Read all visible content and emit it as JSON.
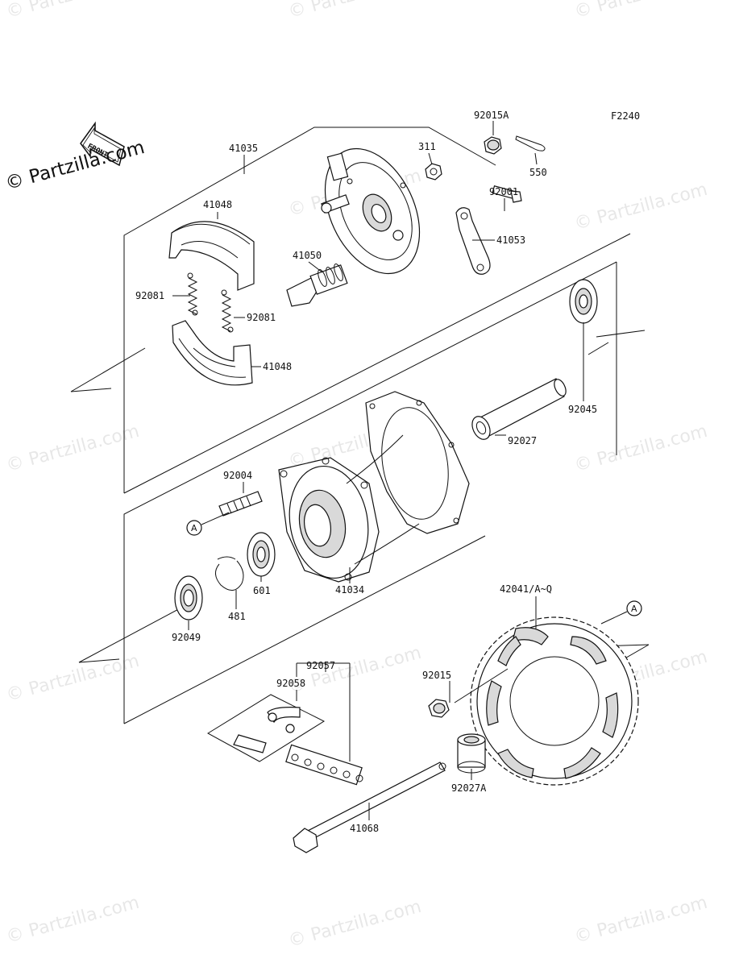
{
  "figure_code": "F2240",
  "front_label": "FRONT",
  "watermark": "© Partzilla.com",
  "callout_a": "A",
  "parts": {
    "p41035": "41035",
    "p41048_top": "41048",
    "p41048_bottom": "41048",
    "p92081_left": "92081",
    "p92081_right": "92081",
    "p41050": "41050",
    "p92015A": "92015A",
    "p311": "311",
    "p550": "550",
    "p92001": "92001",
    "p41053": "41053",
    "p92045": "92045",
    "p92027": "92027",
    "p92004": "92004",
    "p41034": "41034",
    "p601": "601",
    "p481": "481",
    "p92049": "92049",
    "p42041": "42041/A~Q",
    "p92057": "92057",
    "p92058": "92058",
    "p92015": "92015",
    "p92027A": "92027A",
    "p41068": "41068"
  }
}
